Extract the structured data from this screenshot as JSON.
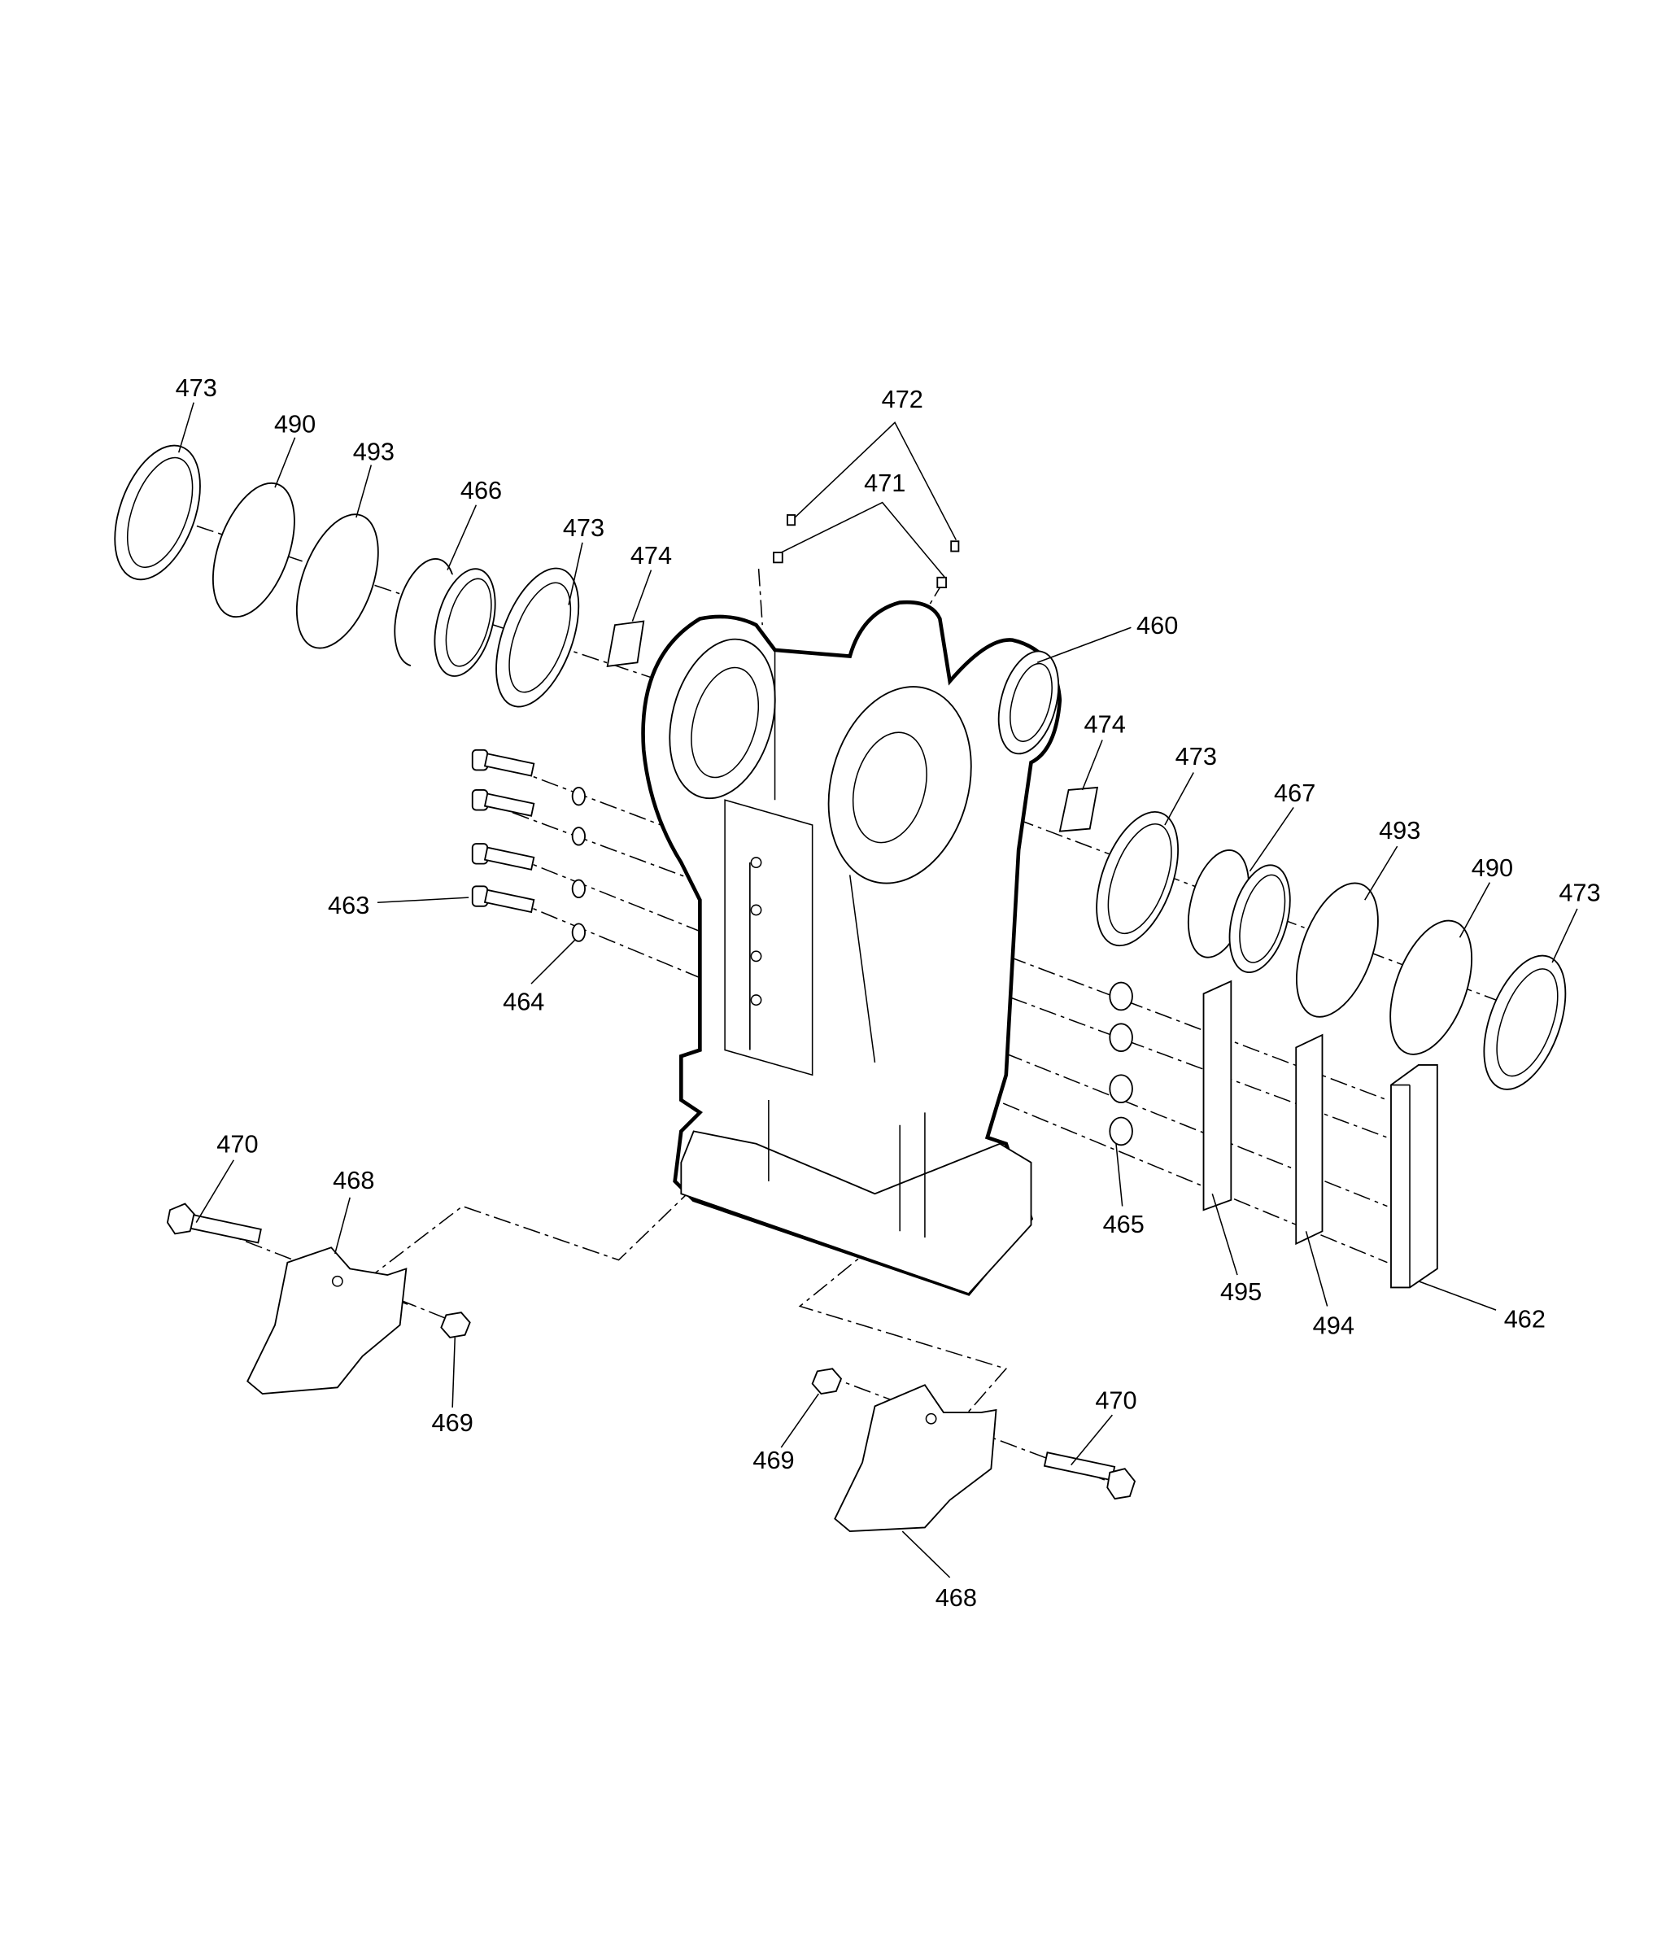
{
  "diagram": {
    "type": "exploded-parts-diagram",
    "labels": [
      "473",
      "490",
      "493",
      "466",
      "473",
      "474",
      "472",
      "471",
      "460",
      "474",
      "473",
      "467",
      "493",
      "490",
      "473",
      "463",
      "464",
      "465",
      "495",
      "494",
      "462",
      "470",
      "468",
      "469",
      "469",
      "470",
      "468"
    ]
  }
}
